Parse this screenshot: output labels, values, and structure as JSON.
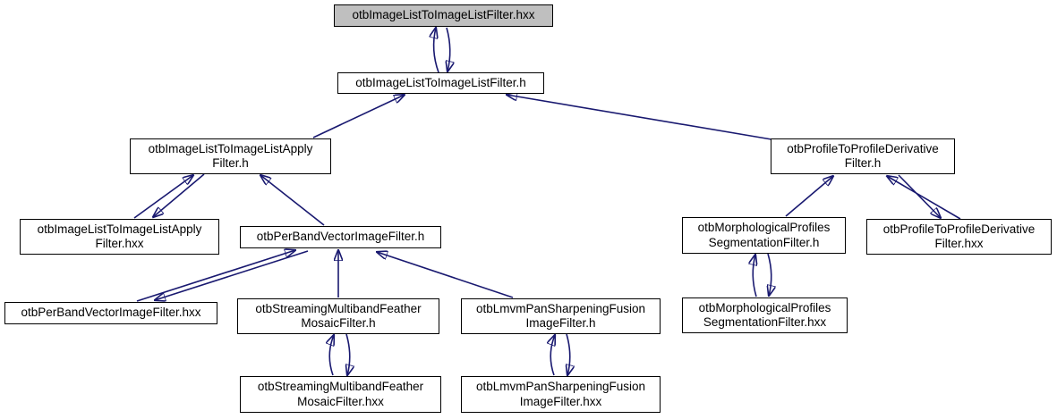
{
  "diagram": {
    "kind": "include-dependency-graph",
    "colors": {
      "edge": "#191970",
      "node_border": "#000000",
      "node_fill": "#ffffff",
      "highlight_fill": "#bfbfbf",
      "text": "#000000",
      "background": "#ffffff"
    },
    "nodes": {
      "n1": {
        "label": "otbImageListToImageListFilter.hxx",
        "highlighted": true
      },
      "n2": {
        "label": "otbImageListToImageListFilter.h"
      },
      "n3": {
        "label": "otbImageListToImageListApply\nFilter.h"
      },
      "n4": {
        "label": "otbProfileToProfileDerivative\nFilter.h"
      },
      "n5": {
        "label": "otbImageListToImageListApply\nFilter.hxx"
      },
      "n6": {
        "label": "otbPerBandVectorImageFilter.h"
      },
      "n7": {
        "label": "otbMorphologicalProfiles\nSegmentationFilter.h"
      },
      "n8": {
        "label": "otbProfileToProfileDerivative\nFilter.hxx"
      },
      "n9": {
        "label": "otbPerBandVectorImageFilter.hxx"
      },
      "n10": {
        "label": "otbStreamingMultibandFeather\nMosaicFilter.h"
      },
      "n11": {
        "label": "otbLmvmPanSharpeningFusion\nImageFilter.h"
      },
      "n12": {
        "label": "otbMorphologicalProfiles\nSegmentationFilter.hxx"
      },
      "n13": {
        "label": "otbStreamingMultibandFeather\nMosaicFilter.hxx"
      },
      "n14": {
        "label": "otbLmvmPanSharpeningFusion\nImageFilter.hxx"
      }
    },
    "edges": [
      {
        "from": "n2",
        "to": "n1"
      },
      {
        "from": "n1",
        "to": "n2"
      },
      {
        "from": "n3",
        "to": "n2"
      },
      {
        "from": "n4",
        "to": "n2"
      },
      {
        "from": "n5",
        "to": "n3"
      },
      {
        "from": "n3",
        "to": "n5"
      },
      {
        "from": "n6",
        "to": "n3"
      },
      {
        "from": "n9",
        "to": "n6"
      },
      {
        "from": "n6",
        "to": "n9"
      },
      {
        "from": "n10",
        "to": "n6"
      },
      {
        "from": "n11",
        "to": "n6"
      },
      {
        "from": "n13",
        "to": "n10"
      },
      {
        "from": "n10",
        "to": "n13"
      },
      {
        "from": "n14",
        "to": "n11"
      },
      {
        "from": "n11",
        "to": "n14"
      },
      {
        "from": "n12",
        "to": "n7"
      },
      {
        "from": "n7",
        "to": "n12"
      },
      {
        "from": "n7",
        "to": "n4"
      },
      {
        "from": "n8",
        "to": "n4"
      },
      {
        "from": "n4",
        "to": "n8"
      }
    ]
  }
}
